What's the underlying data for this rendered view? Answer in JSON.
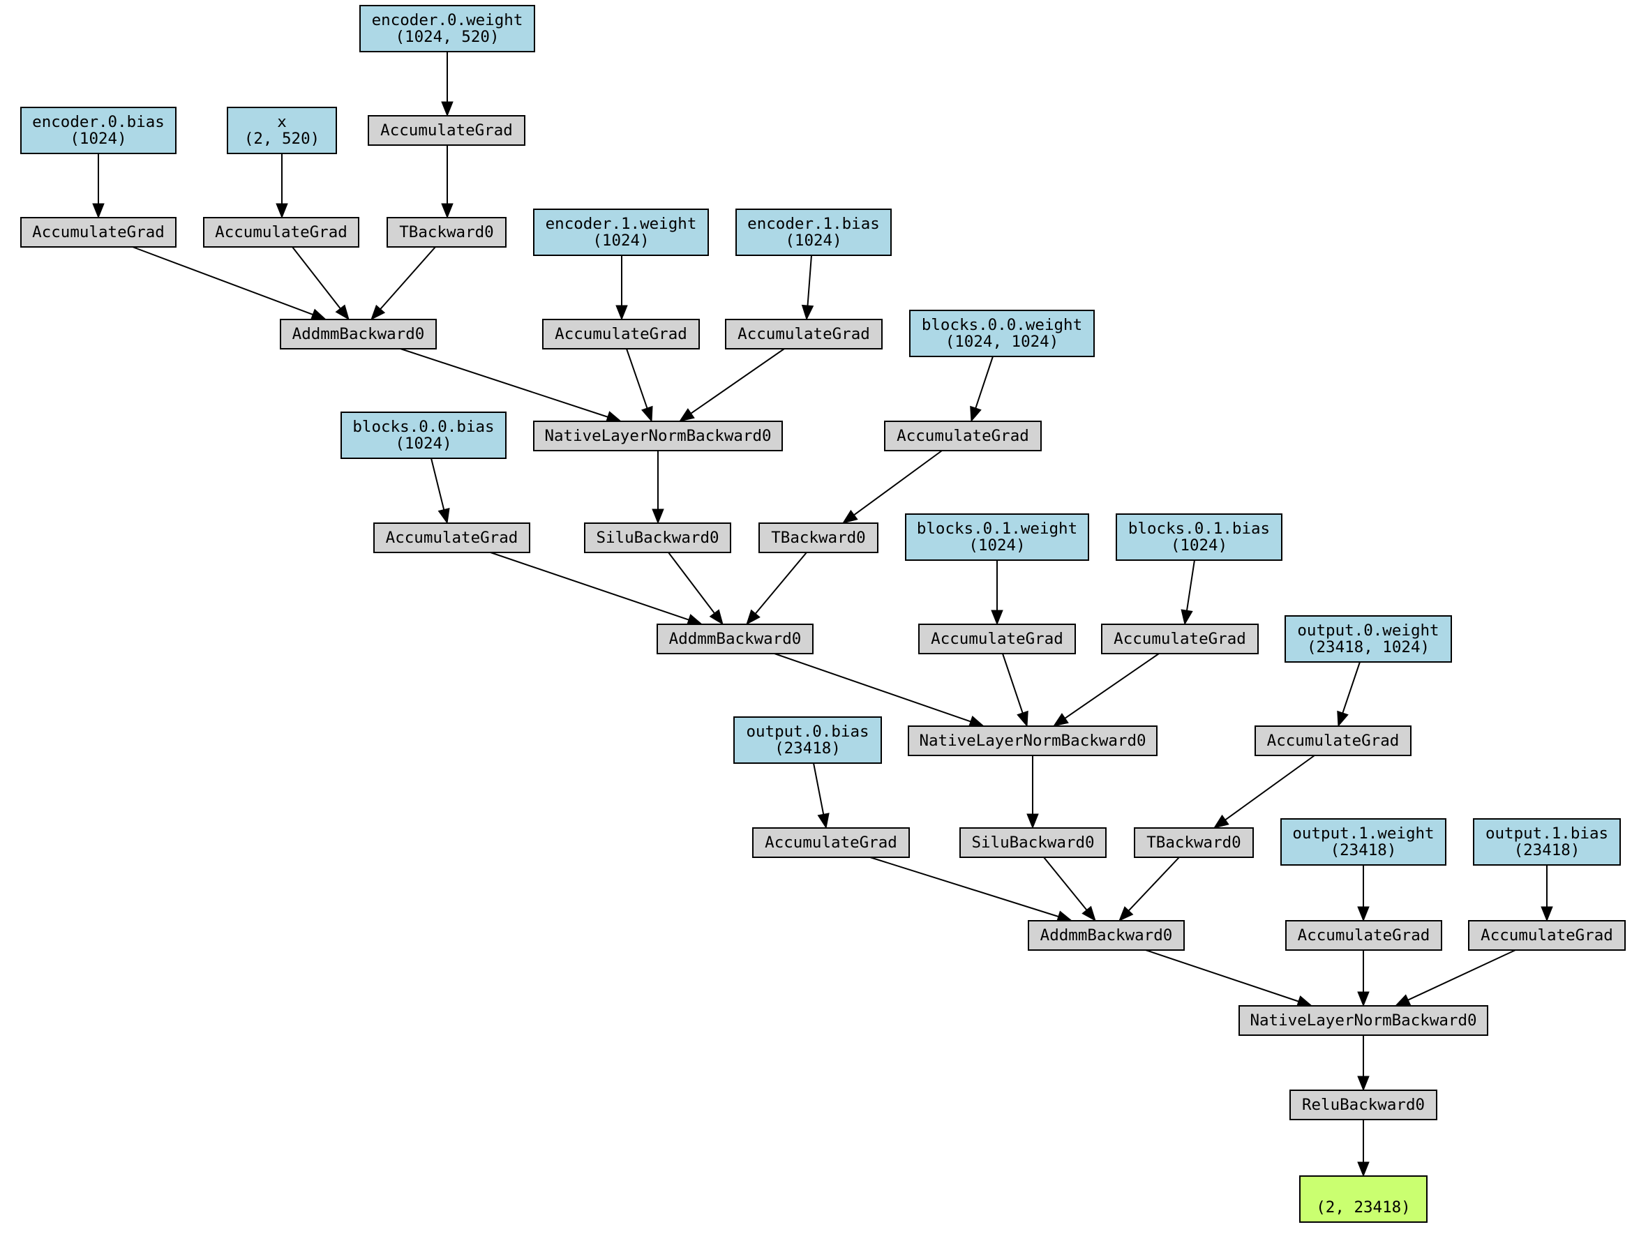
{
  "colors": {
    "param": "#add8e6",
    "op": "#d3d3d3",
    "output": "#caff70",
    "edge": "#000000",
    "background": "#ffffff"
  },
  "nodes": [
    {
      "id": "n_enc0w",
      "kind": "param",
      "lines": [
        "encoder.0.weight",
        "(1024, 520)"
      ]
    },
    {
      "id": "n_enc0b",
      "kind": "param",
      "lines": [
        "encoder.0.bias",
        "(1024)"
      ]
    },
    {
      "id": "n_x",
      "kind": "param",
      "lines": [
        "x",
        "(2, 520)"
      ]
    },
    {
      "id": "n_ag_enc0w",
      "kind": "op",
      "lines": [
        "AccumulateGrad"
      ]
    },
    {
      "id": "n_ag_enc0b",
      "kind": "op",
      "lines": [
        "AccumulateGrad"
      ]
    },
    {
      "id": "n_ag_x",
      "kind": "op",
      "lines": [
        "AccumulateGrad"
      ]
    },
    {
      "id": "n_t_enc0",
      "kind": "op",
      "lines": [
        "TBackward0"
      ]
    },
    {
      "id": "n_enc1w",
      "kind": "param",
      "lines": [
        "encoder.1.weight",
        "(1024)"
      ]
    },
    {
      "id": "n_enc1b",
      "kind": "param",
      "lines": [
        "encoder.1.bias",
        "(1024)"
      ]
    },
    {
      "id": "n_addmm0",
      "kind": "op",
      "lines": [
        "AddmmBackward0"
      ]
    },
    {
      "id": "n_ag_enc1w",
      "kind": "op",
      "lines": [
        "AccumulateGrad"
      ]
    },
    {
      "id": "n_ag_enc1b",
      "kind": "op",
      "lines": [
        "AccumulateGrad"
      ]
    },
    {
      "id": "n_b00w",
      "kind": "param",
      "lines": [
        "blocks.0.0.weight",
        "(1024, 1024)"
      ]
    },
    {
      "id": "n_b00b",
      "kind": "param",
      "lines": [
        "blocks.0.0.bias",
        "(1024)"
      ]
    },
    {
      "id": "n_ln0",
      "kind": "op",
      "lines": [
        "NativeLayerNormBackward0"
      ]
    },
    {
      "id": "n_ag_b00w",
      "kind": "op",
      "lines": [
        "AccumulateGrad"
      ]
    },
    {
      "id": "n_ag_b00b",
      "kind": "op",
      "lines": [
        "AccumulateGrad"
      ]
    },
    {
      "id": "n_silu0",
      "kind": "op",
      "lines": [
        "SiluBackward0"
      ]
    },
    {
      "id": "n_t_b00",
      "kind": "op",
      "lines": [
        "TBackward0"
      ]
    },
    {
      "id": "n_b01w",
      "kind": "param",
      "lines": [
        "blocks.0.1.weight",
        "(1024)"
      ]
    },
    {
      "id": "n_b01b",
      "kind": "param",
      "lines": [
        "blocks.0.1.bias",
        "(1024)"
      ]
    },
    {
      "id": "n_out0w",
      "kind": "param",
      "lines": [
        "output.0.weight",
        "(23418, 1024)"
      ]
    },
    {
      "id": "n_addmm1",
      "kind": "op",
      "lines": [
        "AddmmBackward0"
      ]
    },
    {
      "id": "n_ag_b01w",
      "kind": "op",
      "lines": [
        "AccumulateGrad"
      ]
    },
    {
      "id": "n_ag_b01b",
      "kind": "op",
      "lines": [
        "AccumulateGrad"
      ]
    },
    {
      "id": "n_out0b",
      "kind": "param",
      "lines": [
        "output.0.bias",
        "(23418)"
      ]
    },
    {
      "id": "n_ln1",
      "kind": "op",
      "lines": [
        "NativeLayerNormBackward0"
      ]
    },
    {
      "id": "n_ag_out0w",
      "kind": "op",
      "lines": [
        "AccumulateGrad"
      ]
    },
    {
      "id": "n_ag_out0b",
      "kind": "op",
      "lines": [
        "AccumulateGrad"
      ]
    },
    {
      "id": "n_silu1",
      "kind": "op",
      "lines": [
        "SiluBackward0"
      ]
    },
    {
      "id": "n_t_out0",
      "kind": "op",
      "lines": [
        "TBackward0"
      ]
    },
    {
      "id": "n_out1w",
      "kind": "param",
      "lines": [
        "output.1.weight",
        "(23418)"
      ]
    },
    {
      "id": "n_out1b",
      "kind": "param",
      "lines": [
        "output.1.bias",
        "(23418)"
      ]
    },
    {
      "id": "n_addmm2",
      "kind": "op",
      "lines": [
        "AddmmBackward0"
      ]
    },
    {
      "id": "n_ag_out1w",
      "kind": "op",
      "lines": [
        "AccumulateGrad"
      ]
    },
    {
      "id": "n_ag_out1b",
      "kind": "op",
      "lines": [
        "AccumulateGrad"
      ]
    },
    {
      "id": "n_ln2",
      "kind": "op",
      "lines": [
        "NativeLayerNormBackward0"
      ]
    },
    {
      "id": "n_relu",
      "kind": "op",
      "lines": [
        "ReluBackward0"
      ]
    },
    {
      "id": "n_out",
      "kind": "output",
      "lines": [
        "",
        "(2, 23418)"
      ]
    }
  ],
  "edges": [
    [
      "n_enc0w",
      "n_ag_enc0w"
    ],
    [
      "n_ag_enc0w",
      "n_t_enc0"
    ],
    [
      "n_enc0b",
      "n_ag_enc0b"
    ],
    [
      "n_x",
      "n_ag_x"
    ],
    [
      "n_ag_enc0b",
      "n_addmm0"
    ],
    [
      "n_ag_x",
      "n_addmm0"
    ],
    [
      "n_t_enc0",
      "n_addmm0"
    ],
    [
      "n_enc1w",
      "n_ag_enc1w"
    ],
    [
      "n_enc1b",
      "n_ag_enc1b"
    ],
    [
      "n_addmm0",
      "n_ln0"
    ],
    [
      "n_ag_enc1w",
      "n_ln0"
    ],
    [
      "n_ag_enc1b",
      "n_ln0"
    ],
    [
      "n_b00w",
      "n_ag_b00w"
    ],
    [
      "n_b00b",
      "n_ag_b00b"
    ],
    [
      "n_ln0",
      "n_silu0"
    ],
    [
      "n_ag_b00w",
      "n_t_b00"
    ],
    [
      "n_ag_b00b",
      "n_addmm1"
    ],
    [
      "n_silu0",
      "n_addmm1"
    ],
    [
      "n_t_b00",
      "n_addmm1"
    ],
    [
      "n_b01w",
      "n_ag_b01w"
    ],
    [
      "n_b01b",
      "n_ag_b01b"
    ],
    [
      "n_addmm1",
      "n_ln1"
    ],
    [
      "n_ag_b01w",
      "n_ln1"
    ],
    [
      "n_ag_b01b",
      "n_ln1"
    ],
    [
      "n_out0w",
      "n_ag_out0w"
    ],
    [
      "n_out0b",
      "n_ag_out0b"
    ],
    [
      "n_ln1",
      "n_silu1"
    ],
    [
      "n_ag_out0w",
      "n_t_out0"
    ],
    [
      "n_ag_out0b",
      "n_addmm2"
    ],
    [
      "n_silu1",
      "n_addmm2"
    ],
    [
      "n_t_out0",
      "n_addmm2"
    ],
    [
      "n_out1w",
      "n_ag_out1w"
    ],
    [
      "n_out1b",
      "n_ag_out1b"
    ],
    [
      "n_addmm2",
      "n_ln2"
    ],
    [
      "n_ag_out1w",
      "n_ln2"
    ],
    [
      "n_ag_out1b",
      "n_ln2"
    ],
    [
      "n_ln2",
      "n_relu"
    ],
    [
      "n_relu",
      "n_out"
    ]
  ]
}
